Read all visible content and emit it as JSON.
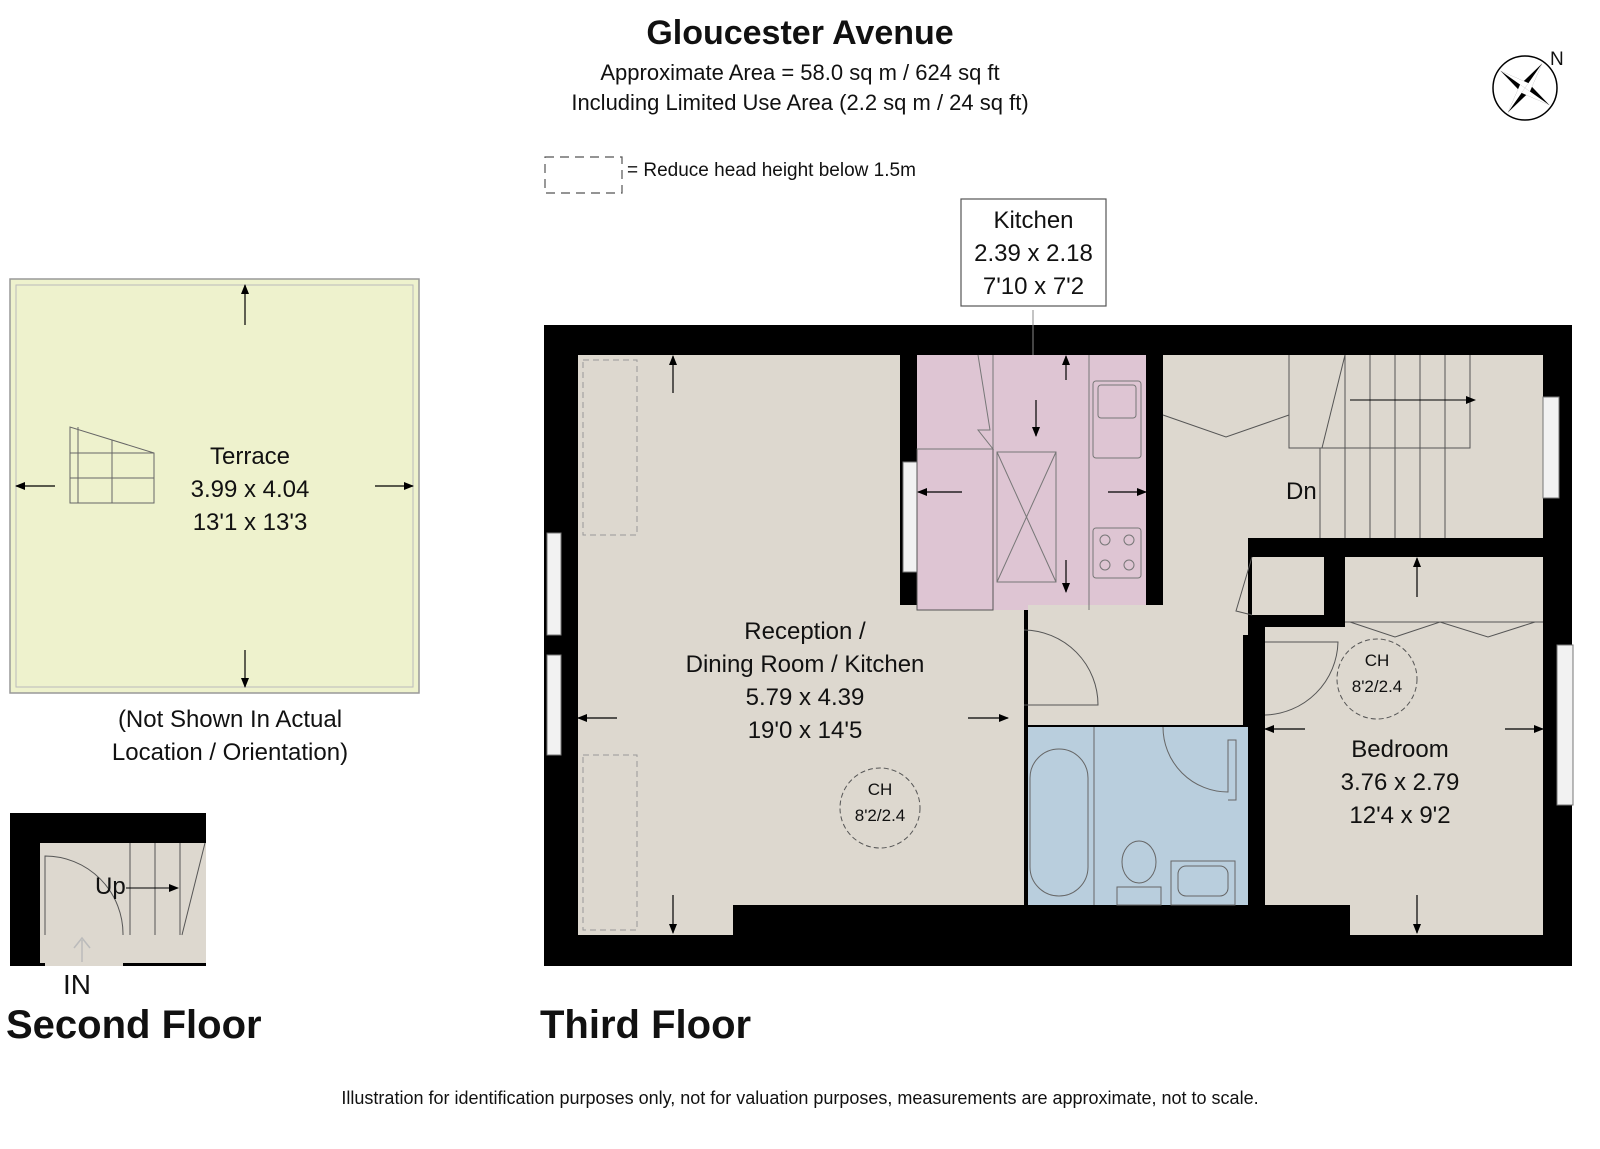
{
  "header": {
    "title": "Gloucester Avenue",
    "area_line": "Approximate Area = 58.0 sq m / 624 sq ft",
    "limited_area_line": "Including Limited Use Area (2.2 sq m / 24 sq ft)"
  },
  "legend": {
    "text": "= Reduce head height below 1.5m"
  },
  "compass": {
    "label": "N"
  },
  "rooms": {
    "kitchen": {
      "name": "Kitchen",
      "metric": "2.39 x 2.18",
      "imperial": "7'10 x 7'2"
    },
    "reception": {
      "name_line1": "Reception  /",
      "name_line2": "Dining Room / Kitchen",
      "metric": "5.79 x 4.39",
      "imperial": "19'0 x 14'5"
    },
    "bedroom": {
      "name": "Bedroom",
      "metric": "3.76 x 2.79",
      "imperial": "12'4 x 9'2"
    },
    "terrace": {
      "name": "Terrace",
      "metric": "3.99 x 4.04",
      "imperial": "13'1 x 13'3"
    }
  },
  "ceiling_heights": [
    {
      "label": "CH",
      "value": "8'2/2.4"
    },
    {
      "label": "CH",
      "value": "8'2/2.4"
    }
  ],
  "stairs": {
    "down": "Dn",
    "up": "Up"
  },
  "entrance": "IN",
  "terrace_note": {
    "line1": "(Not Shown In Actual",
    "line2": "Location / Orientation)"
  },
  "floors": {
    "second": "Second Floor",
    "third": "Third Floor"
  },
  "disclaimer": "Illustration for identification purposes only, not for valuation purposes, measurements are approximate, not to scale.",
  "colors": {
    "wall": "#000000",
    "floor": "#ddd8cf",
    "kitchen": "#dec5d3",
    "bathroom": "#b9cedd",
    "terrace": "#eef2cd",
    "window": "#f2f2f2"
  }
}
